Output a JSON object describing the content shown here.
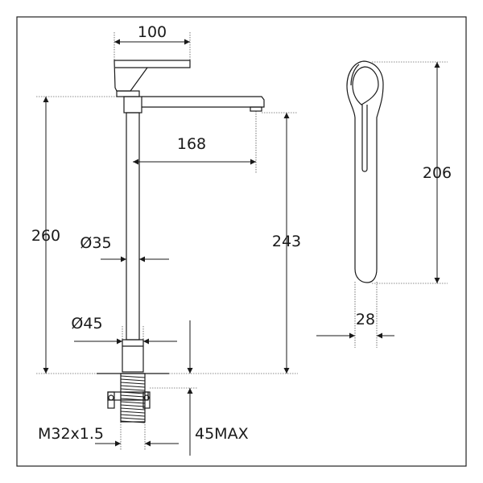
{
  "drawing": {
    "dimensions": {
      "top_width": "100",
      "spout_reach": "168",
      "total_height": "260",
      "spout_height": "243",
      "body_diameter": "Ø35",
      "base_diameter": "Ø45",
      "thread": "M32x1.5",
      "max_thread_length": "45MAX",
      "handle_height": "206",
      "handle_width": "28"
    }
  }
}
